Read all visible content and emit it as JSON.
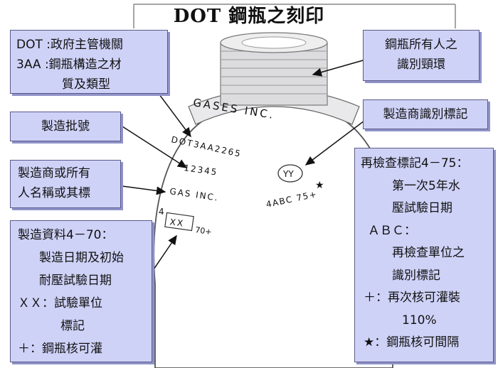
{
  "title": "DOT 鋼瓶之刻印",
  "cylinder": {
    "neck_stamp": "GASES INC.",
    "spec_stamp": "DOT3AA2265",
    "serial_stamp": "12345",
    "maker_stamp": "GAS INC.",
    "date_prefix": "4",
    "inspector_box": "XX",
    "date_suffix": "70+",
    "ring_mark": "YY",
    "retest_stamp": "4ABC 75+",
    "star": "★"
  },
  "callouts": {
    "dot": {
      "lines": [
        "DOT :政府主管機關",
        "3AA :鋼瓶構造之材",
        "質及類型"
      ]
    },
    "batch": {
      "lines": [
        "製造批號"
      ]
    },
    "maker": {
      "lines": [
        "製造商或所有",
        "人名稱或其標"
      ]
    },
    "mfg": {
      "lines": [
        "製造資料4－70：",
        "製造日期及初始",
        "耐壓試驗日期",
        "ＸＸ：試驗單位",
        "標記",
        "＋：鋼瓶核可灌"
      ]
    },
    "owner": {
      "lines": [
        "鋼瓶所有人之",
        "識別頸環"
      ]
    },
    "maker_mark": {
      "lines": [
        "製造商識別標記"
      ]
    },
    "retest": {
      "lines": [
        "再檢查標記4－75：",
        "第一次5年水",
        "壓試驗日期",
        "ＡＢＣ：",
        "再檢查單位之",
        "識別標記",
        "＋：再次核可灌裝",
        "110%",
        "★：鋼瓶核可間隔"
      ]
    }
  }
}
